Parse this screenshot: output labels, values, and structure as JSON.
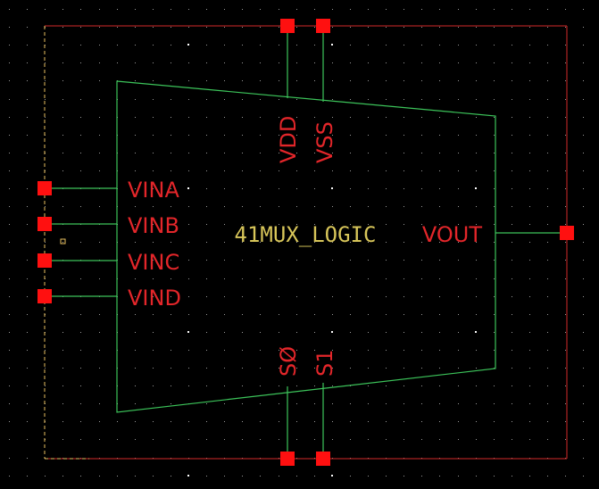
{
  "cell": {
    "name": "41MUX_LOGIC",
    "output_pin": "VOUT"
  },
  "pins": {
    "left": [
      "VINA",
      "VINB",
      "VINC",
      "VIND"
    ],
    "top": [
      "VDD",
      "VSS"
    ],
    "bottom": [
      "SØ",
      "S1"
    ]
  },
  "colors": {
    "background": "#000000",
    "grid_dot": "#9a9a9a",
    "bbox": "#d42a2a",
    "bbox_dashed_edge": "#e8c060",
    "symbol_outline": "#3cc45a",
    "pin_square": "#ff1010",
    "pin_text": "#e3262a",
    "cell_text": "#d8c65a"
  }
}
